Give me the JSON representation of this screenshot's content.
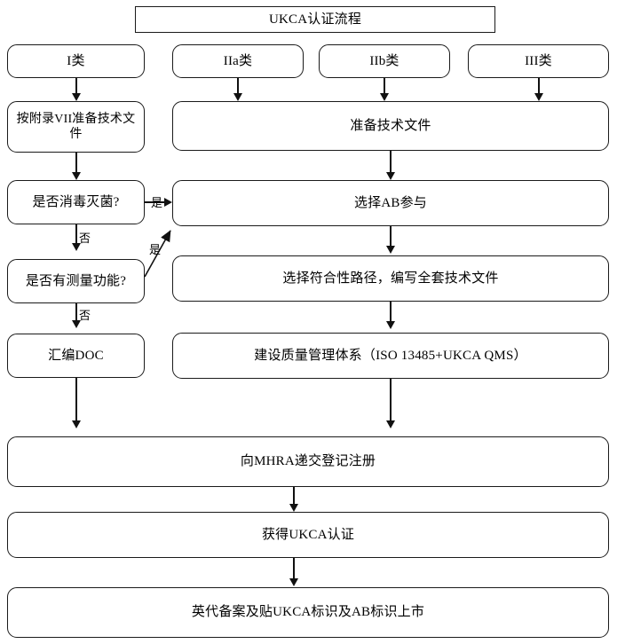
{
  "diagram": {
    "title": "UKCA认证流程",
    "type": "flowchart",
    "orientation": "top-to-bottom"
  },
  "classes": [
    {
      "id": "class-i",
      "label": "I类"
    },
    {
      "id": "class-iia",
      "label": "IIa类"
    },
    {
      "id": "class-iib",
      "label": "IIb类"
    },
    {
      "id": "class-iii",
      "label": "III类"
    }
  ],
  "left_branch": {
    "prepare_doc": "按附录VII准备技术文件",
    "decision_sterile": "是否消毒灭菌?",
    "decision_measure": "是否有测量功能?",
    "compile_doc": "汇编DOC"
  },
  "right_branch": {
    "prepare_tech_file": "准备技术文件",
    "select_ab": "选择AB参与",
    "conformity_path": "选择符合性路径，编写全套技术文件",
    "qms": "建设质量管理体系（ISO 13485+UKCA QMS）"
  },
  "common": {
    "mhra_submit": "向MHRA递交登记注册",
    "obtain_ukca": "获得UKCA认证",
    "market_launch": "英代备案及贴UKCA标识及AB标识上市"
  },
  "edge_labels": {
    "sterile_yes": "是",
    "sterile_no": "否",
    "measure_yes": "是",
    "measure_no": "否"
  },
  "colors": {
    "stroke": "#1a1a1a",
    "background": "#ffffff",
    "text": "#000000"
  }
}
